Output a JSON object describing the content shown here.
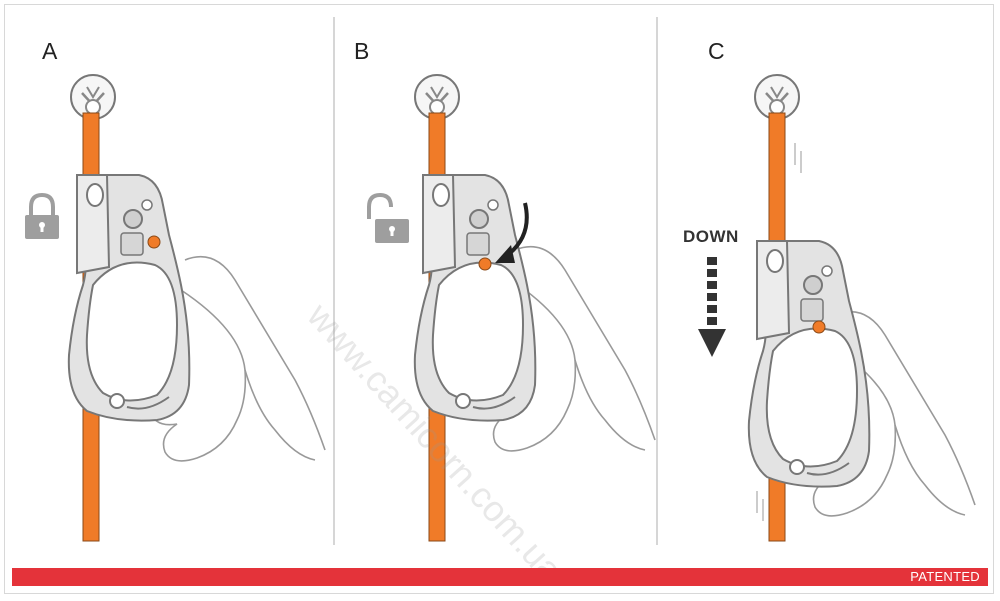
{
  "panels": [
    {
      "label": "A",
      "lock_state": "locked"
    },
    {
      "label": "B",
      "lock_state": "unlocked"
    },
    {
      "label": "C",
      "lock_state": "none"
    }
  ],
  "down_label": "DOWN",
  "footer": {
    "text": "PATENTED"
  },
  "watermark": "www.camicorn.com.ua",
  "colors": {
    "rope": "#f07b28",
    "trigger": "#f07b28",
    "accent": "#e4333a",
    "device": "#e3e3e3",
    "outline": "#777777",
    "lock": "#9e9e9e"
  },
  "icons": {
    "locked": "padlock-closed-icon",
    "unlocked": "padlock-open-icon",
    "down": "arrow-down-dashed-icon",
    "rotate": "curved-arrow-icon"
  }
}
